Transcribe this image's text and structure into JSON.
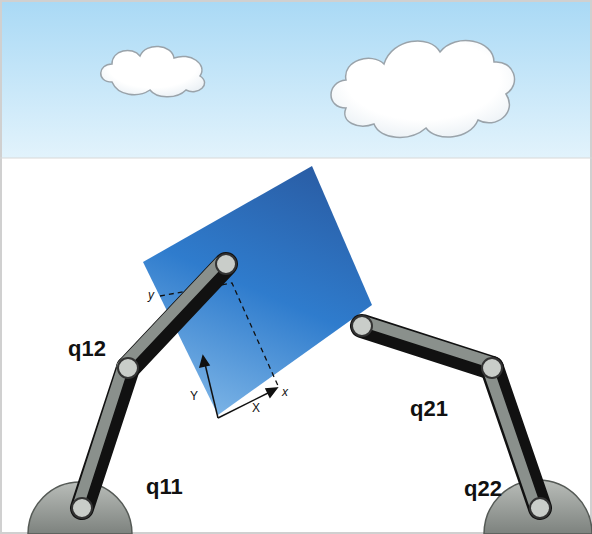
{
  "diagram": {
    "labels": [
      "q12",
      "q11",
      "q21",
      "q22",
      "y",
      "x",
      "Y",
      "X"
    ]
  }
}
